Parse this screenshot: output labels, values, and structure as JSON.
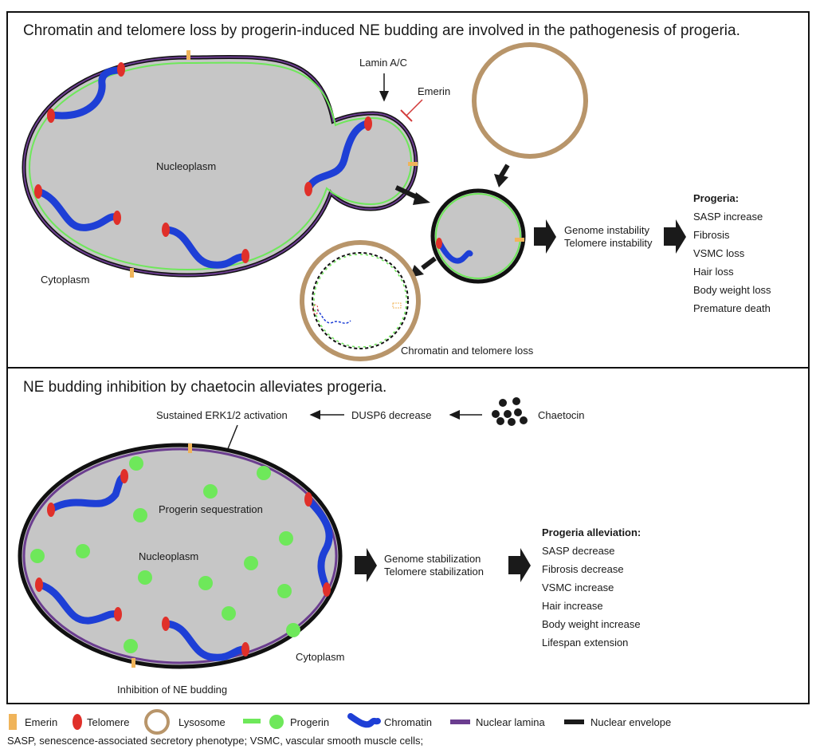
{
  "panel_top": {
    "title": "Chromatin and telomere loss by progerin-induced NE budding are involved in the pathogenesis of progeria.",
    "nucleoplasm": "Nucleoplasm",
    "cytoplasm": "Cytoplasm",
    "lamin": "Lamin A/C",
    "emerin": "Emerin",
    "genome_instability": "Genome instability",
    "telomere_instability": "Telomere instability",
    "chromatin_loss": "Chromatin and telomere loss",
    "progeria_heading": "Progeria:",
    "progeria_items": [
      "SASP increase",
      "Fibrosis",
      "VSMC loss",
      "Hair loss",
      "Body weight loss",
      "Premature death"
    ]
  },
  "panel_bottom": {
    "title": "NE budding inhibition by chaetocin alleviates progeria.",
    "erk": "Sustained ERK1/2 activation",
    "dusp6": "DUSP6 decrease",
    "chaetocin": "Chaetocin",
    "sequestration": "Progerin sequestration",
    "nucleoplasm": "Nucleoplasm",
    "cytoplasm": "Cytoplasm",
    "inhibition": "Inhibition of NE budding",
    "genome_stabilization": "Genome stabilization",
    "telomere_stabilization": "Telomere stabilization",
    "alleviation_heading": "Progeria alleviation:",
    "alleviation_items": [
      "SASP decrease",
      "Fibrosis decrease",
      "VSMC increase",
      "Hair increase",
      "Body weight increase",
      "Lifespan extension"
    ]
  },
  "legend": {
    "emerin": "Emerin",
    "telomere": "Telomere",
    "lysosome": "Lysosome",
    "progerin": "Progerin",
    "chromatin": "Chromatin",
    "nuclear_lamina": "Nuclear lamina",
    "nuclear_envelope": "Nuclear envelope"
  },
  "footnote": "SASP, senescence-associated secretory phenotype; VSMC, vascular smooth muscle cells;",
  "colors": {
    "envelope": "#1a1a1a",
    "lamina": "#6b3d8f",
    "progerin": "#6ee85a",
    "nucleoplasm": "#c8c8c8",
    "chromatin": "#1e3fd6",
    "telomere": "#e0302a",
    "emerin": "#f0b45a",
    "lysosome": "#b8956a",
    "inhibit": "#d23a3a"
  }
}
